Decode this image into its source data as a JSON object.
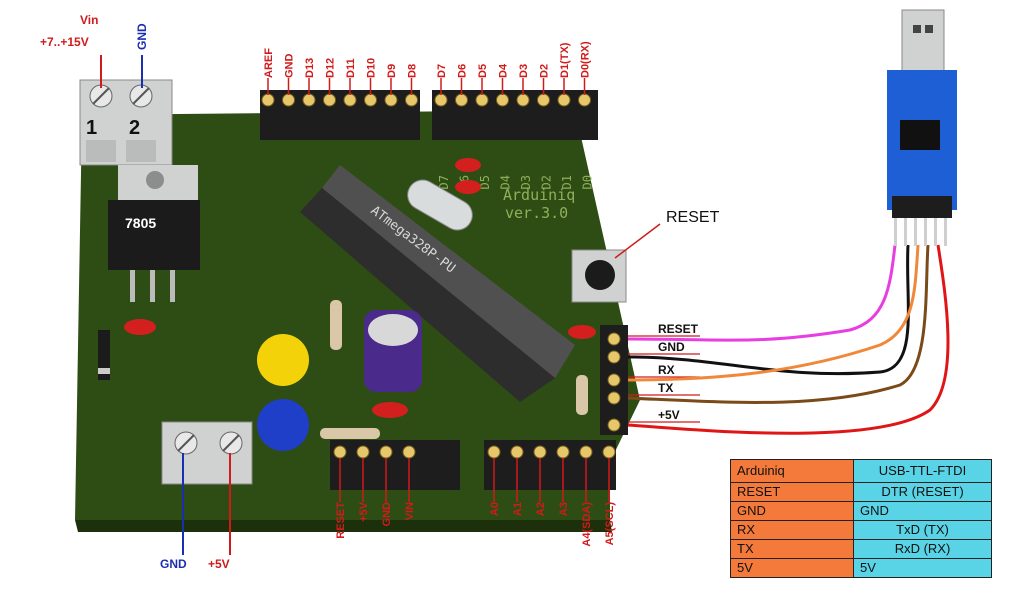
{
  "power_terminal": {
    "vin_label": "Vin",
    "vin_range": "+7..+15V",
    "gnd_label": "GND",
    "pin1": "1",
    "pin2": "2"
  },
  "regulator": {
    "label": "7805"
  },
  "top_header_left": [
    "AREF",
    "GND",
    "D13",
    "D12",
    "D11",
    "D10",
    "D9",
    "D8"
  ],
  "top_header_right": [
    "D7",
    "D6",
    "D5",
    "D4",
    "D3",
    "D2",
    "D1(TX)",
    "D0(RX)"
  ],
  "mcu": {
    "label": "ATmega328P-PU"
  },
  "board_silk": {
    "name": "Arduiniq",
    "version": "ver.3.0",
    "pins": [
      "D7",
      "D6",
      "D5",
      "D4",
      "D3",
      "D2",
      "D1",
      "D0"
    ]
  },
  "reset_button": {
    "label": "RESET"
  },
  "ftdi_header_pins": [
    "RESET",
    "GND",
    "RX",
    "TX",
    "+5V"
  ],
  "bottom_power_terminal": {
    "gnd_label": "GND",
    "plus5_label": "+5V"
  },
  "bottom_header_left": [
    "RESET",
    "+5V",
    "GND",
    "VIN"
  ],
  "bottom_header_right": [
    "A0",
    "A1",
    "A2",
    "A3",
    "A4(SDA)",
    "A5(SCL)"
  ],
  "mapping_table": {
    "header": [
      "Arduiniq",
      "USB-TTL-FTDI"
    ],
    "rows": [
      [
        "RESET",
        "DTR (RESET)"
      ],
      [
        "GND",
        "GND"
      ],
      [
        "RX",
        "TxD (TX)"
      ],
      [
        "TX",
        "RxD (RX)"
      ],
      [
        "5V",
        "5V"
      ]
    ]
  },
  "colors": {
    "board": "#2e4d14",
    "label_red": "#d11a1a",
    "label_blue": "#1a2fb0",
    "wire_reset": "#e83de0",
    "wire_gnd": "#111111",
    "wire_rx": "#f0883a",
    "wire_tx": "#7a4a18",
    "wire_5v": "#e01515",
    "ftdi_board": "#1f5fd6",
    "table_left": "#f47a3c",
    "table_right": "#59d3e6"
  }
}
